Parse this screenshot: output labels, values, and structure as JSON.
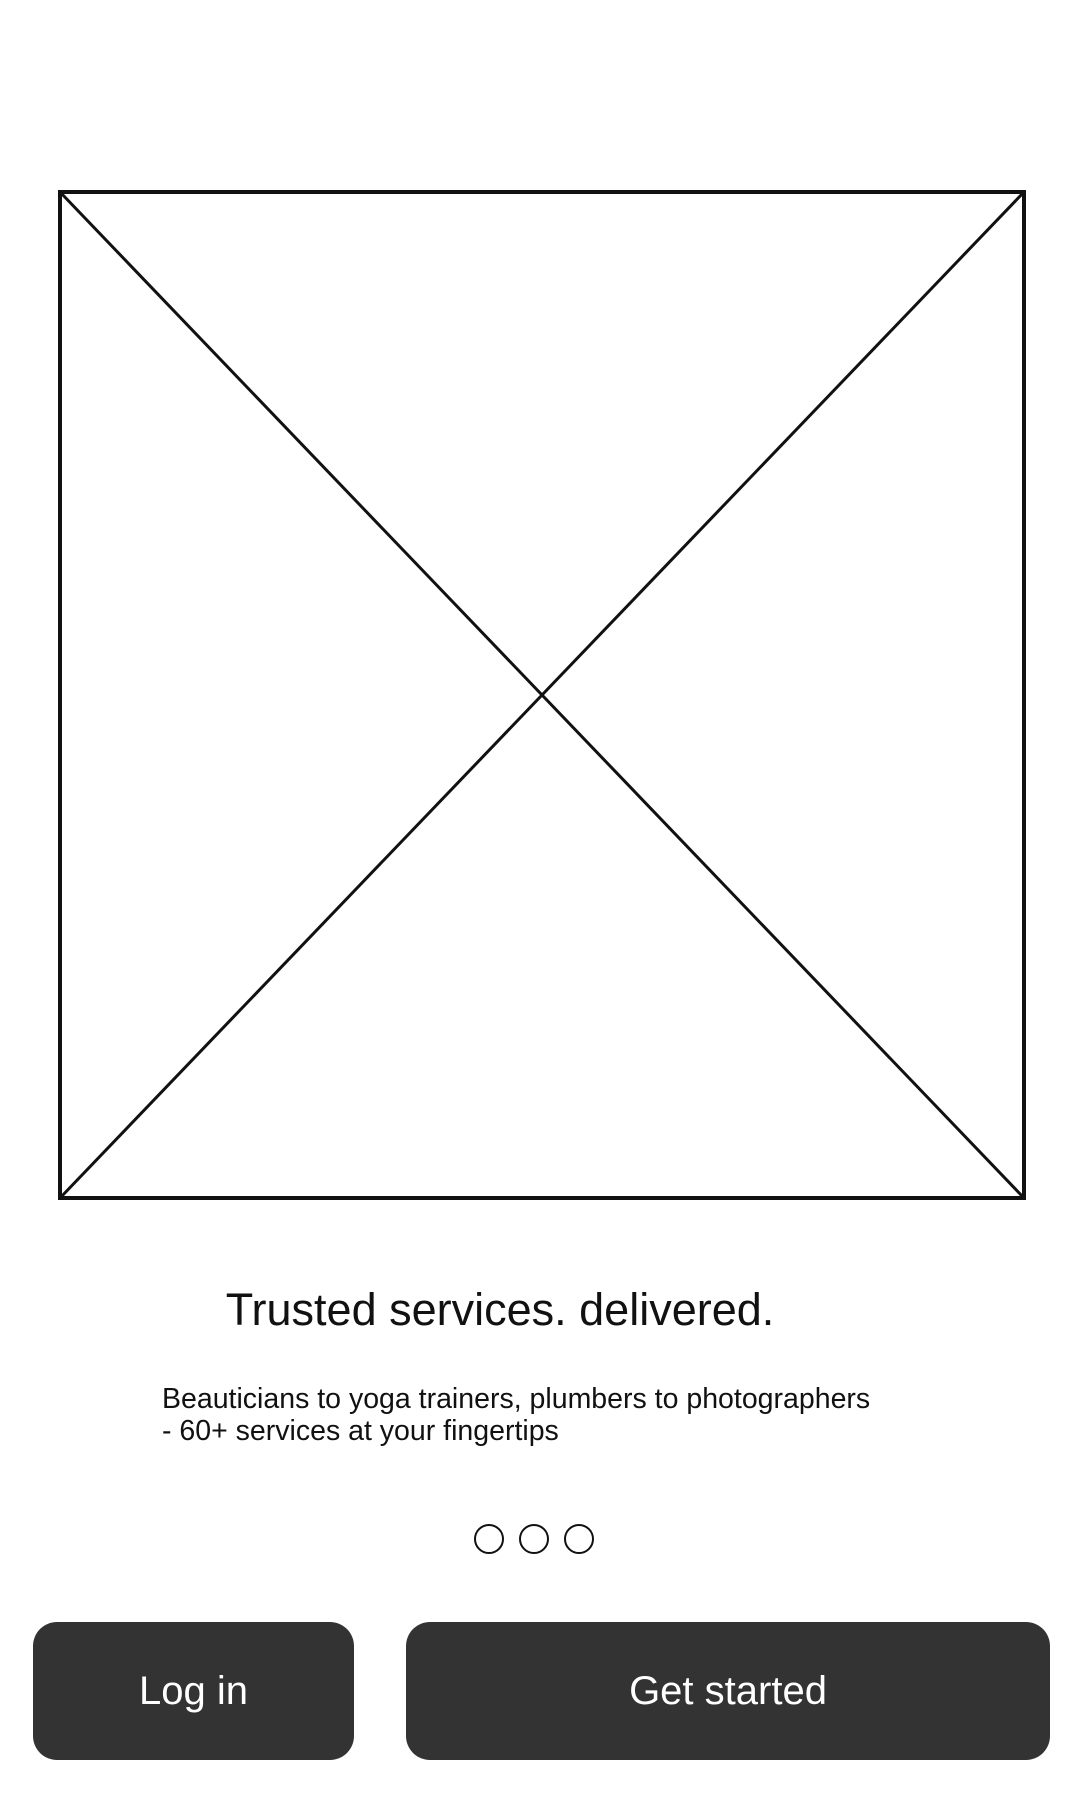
{
  "hero": {
    "image_icon": "image-placeholder-icon"
  },
  "onboarding": {
    "title": "Trusted services. delivered.",
    "subtitle_lines": [
      "Beauticians to yoga trainers, plumbers to photographers",
      "- 60+ services at your fingertips"
    ],
    "pager": {
      "count": 3,
      "style": "outline-circle"
    }
  },
  "actions": {
    "login_label": "Log in",
    "get_started_label": "Get started"
  },
  "colors": {
    "background": "#ffffff",
    "button_background": "#333333",
    "button_text": "#ffffff",
    "text": "#111111"
  }
}
